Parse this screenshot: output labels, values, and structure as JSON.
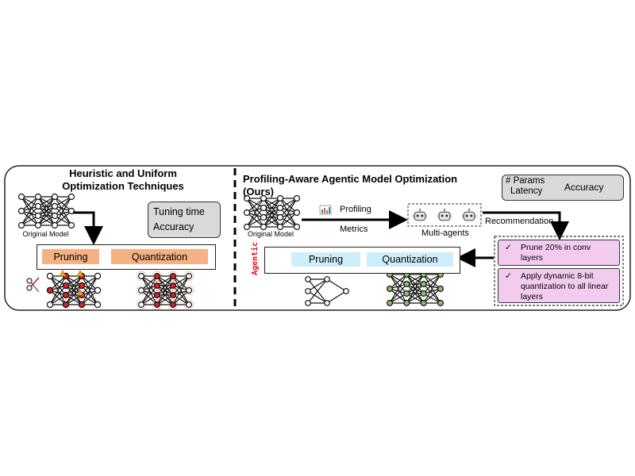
{
  "left_panel": {
    "title_line1": "Heuristic and Uniform",
    "title_line2": "Optimization Techniques",
    "original_model_label": "Original Model",
    "metrics": {
      "line1": "Tuning time",
      "line2": "Accuracy"
    },
    "pruning_label": "Pruning",
    "quantization_label": "Quantization"
  },
  "right_panel": {
    "title": "Profiling-Aware Agentic Model Optimization (Ours)",
    "original_model_label": "Original Model",
    "profiling_label": "Profiling",
    "metrics_label": "Metrics",
    "multi_agents_label": "Multi-agents",
    "recommendation_label": "Recommendation",
    "agentic_label": "Agentic",
    "pruning_label": "Pruning",
    "quantization_label": "Quantization",
    "metrics_box": {
      "params": "# Params",
      "latency": "Latency",
      "accuracy": "Accuracy"
    },
    "recommendations": [
      {
        "check": "✓",
        "text": "Prune 20% in conv layers"
      },
      {
        "check": "✓",
        "text": "Apply dynamic 8-bit quantization to all linear layers"
      }
    ]
  },
  "colors": {
    "orange_pill": "#f4b183",
    "blue_pill": "#cdeefa",
    "pink_box": "#f2cbee",
    "red_node": "#e02020",
    "green_node": "#8cc06a",
    "arrow_red": "#e01010",
    "arrow_green": "#2e8b2e"
  }
}
